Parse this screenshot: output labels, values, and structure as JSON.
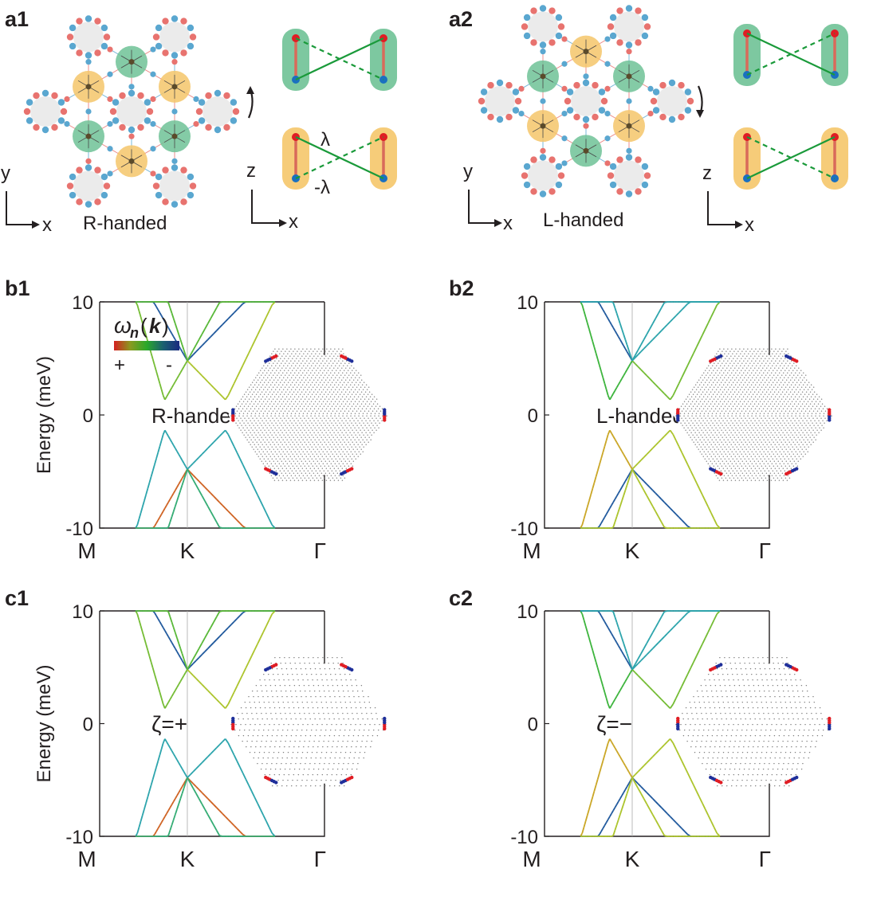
{
  "panel_labels": [
    "a1",
    "a2",
    "b1",
    "b2",
    "c1",
    "c2"
  ],
  "lattice": {
    "left": {
      "handedness": "R-handed",
      "axis_x": "x",
      "axis_y": "y",
      "rotation": "counter-clockwise"
    },
    "right": {
      "handedness": "L-handed",
      "axis_x": "x",
      "axis_y": "y",
      "rotation": "clockwise"
    }
  },
  "hopping": {
    "axis_x": "x",
    "axis_z": "z",
    "lambda_plus": "λ",
    "lambda_minus": "-λ"
  },
  "colorbar": {
    "symbol": "ω",
    "subscript": "n",
    "argument": "k",
    "plus": "+",
    "minus": "-",
    "colors": [
      "#d42020",
      "#8a9a20",
      "#2aa82a",
      "#1a6070",
      "#1a2a80"
    ]
  },
  "colors": {
    "red_site": "#e8736f",
    "blue_site": "#5aa7d0",
    "orange_disk": "#f5c66a",
    "green_disk": "#6fc296",
    "grey_disk": "#ebebeb",
    "blue_marker": "#1f2f9a",
    "red_marker": "#e01d24"
  },
  "chart_data": [
    {
      "panel": "b1",
      "type": "line",
      "annotation": "R-handed",
      "ylabel": "Energy (meV)",
      "ylim": [
        -10,
        10
      ],
      "yticks": [
        "10",
        "0",
        "-10"
      ],
      "xticks": [
        "M",
        "K",
        "Γ"
      ],
      "band_extrema_meV": {
        "lower_upper_band_min": 1.3,
        "upper_upper_band_crossing_at_K": 4.8,
        "upper_lower_band_max": -1.3,
        "lower_lower_band_crossing_at_K": -4.8
      }
    },
    {
      "panel": "b2",
      "type": "line",
      "annotation": "L-handed",
      "ylabel": "",
      "ylim": [
        -10,
        10
      ],
      "yticks": [
        "10",
        "0",
        "-10"
      ],
      "xticks": [
        "M",
        "K",
        "Γ"
      ],
      "band_extrema_meV": {
        "lower_upper_band_min": 1.3,
        "upper_upper_band_crossing_at_K": 4.8,
        "upper_lower_band_max": -1.3,
        "lower_lower_band_crossing_at_K": -4.8
      }
    },
    {
      "panel": "c1",
      "type": "line",
      "annotation": "ζ=+",
      "ylabel": "Energy (meV)",
      "ylim": [
        -10,
        10
      ],
      "yticks": [
        "10",
        "0",
        "-10"
      ],
      "xticks": [
        "M",
        "K",
        "Γ"
      ],
      "band_extrema_meV": {
        "lower_upper_band_min": 1.3,
        "upper_upper_band_crossing_at_K": 4.8,
        "upper_lower_band_max": -1.3,
        "lower_lower_band_crossing_at_K": -4.8
      }
    },
    {
      "panel": "c2",
      "type": "line",
      "annotation": "ζ=−",
      "ylabel": "",
      "ylim": [
        -10,
        10
      ],
      "yticks": [
        "10",
        "0",
        "-10"
      ],
      "xticks": [
        "M",
        "K",
        "Γ"
      ],
      "band_extrema_meV": {
        "lower_upper_band_min": 1.3,
        "upper_upper_band_crossing_at_K": 4.8,
        "upper_lower_band_max": -1.3,
        "lower_lower_band_crossing_at_K": -4.8
      }
    }
  ]
}
